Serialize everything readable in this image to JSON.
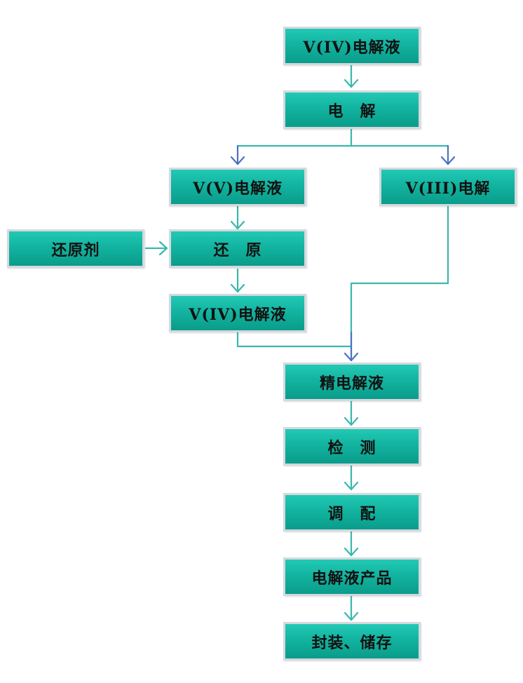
{
  "nodes": {
    "v4_top": "V(IV)电解液",
    "electrolysis": "电　解",
    "v5": "V(V)电解液",
    "v3": "V(III)电解",
    "reductant": "还原剂",
    "reduction": "还　原",
    "v4_mid": "V(IV)电解液",
    "refined": "精电解液",
    "testing": "检　测",
    "blending": "调　配",
    "product": "电解液产品",
    "storage": "封装、储存"
  },
  "colors": {
    "box_fill": "#12b4a0",
    "box_border": "#d4d9de",
    "teal_arrow": "#3ab8ad",
    "blue_arrow": "#4a72c0"
  }
}
